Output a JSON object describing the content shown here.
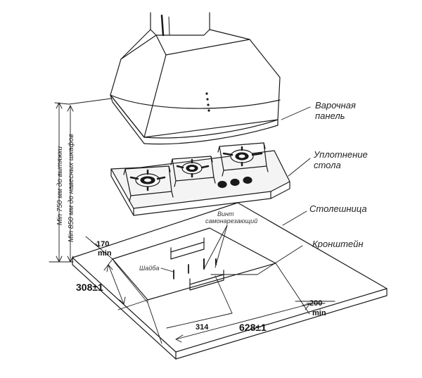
{
  "labels": {
    "cooktop_line1": "Варочная",
    "cooktop_line2": "панель",
    "seal_line1": "Уплотнение",
    "seal_line2": "стола",
    "countertop": "Столешница",
    "bracket": "Кронштейн",
    "screw_line1": "Винт",
    "screw_line2": "самонарезающий",
    "washer": "Шайба"
  },
  "dimensions": {
    "side_min_value": "170",
    "side_min_unit": "min",
    "depth": "308±1",
    "right_min_value": "200",
    "right_min_unit": "min",
    "half_width": "314",
    "width": "628±1"
  },
  "clearances": {
    "hood": "Min 750 мм до вытяжки",
    "cabinets": "Min 850 мм до навесных шкафов"
  },
  "colors": {
    "stroke": "#1a1a1a",
    "cooktop_glass": "#f4f4f4"
  }
}
